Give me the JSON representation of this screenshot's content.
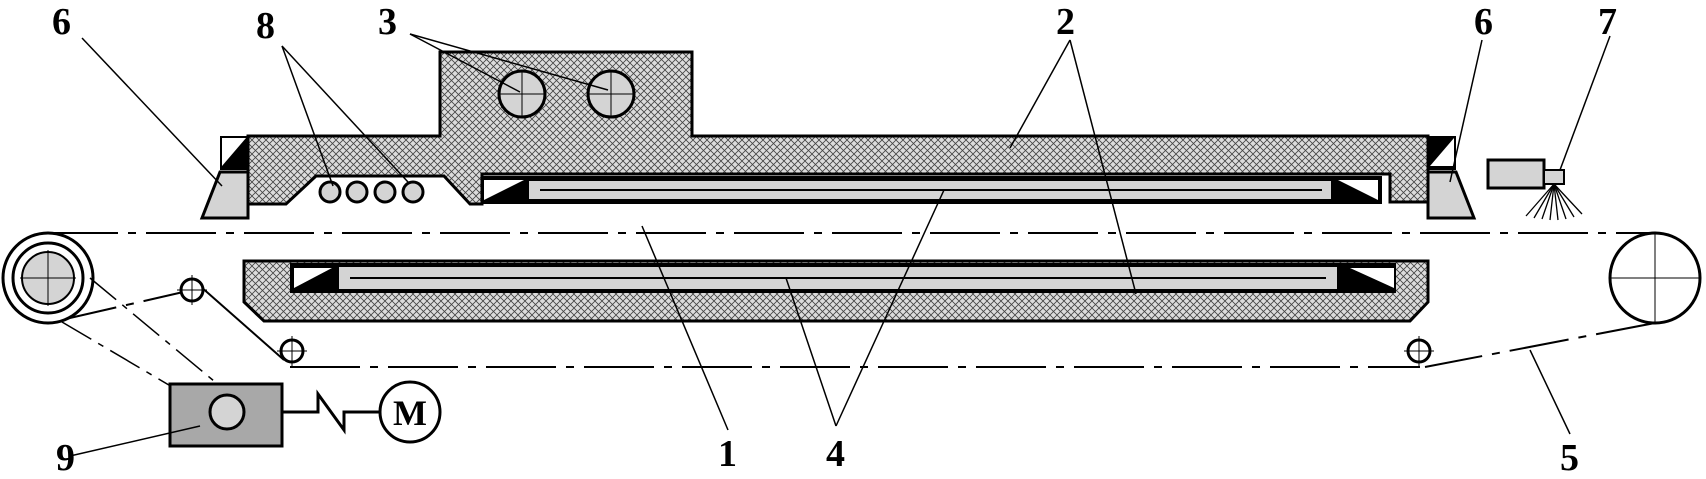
{
  "labels": {
    "l1": "1",
    "l2": "2",
    "l3": "3",
    "l4": "4",
    "l5": "5",
    "l6_left": "6",
    "l6_right": "6",
    "l7": "7",
    "l8": "8",
    "l9": "9"
  },
  "motor": {
    "symbol": "M"
  },
  "colors": {
    "line": "#000000",
    "hatch_fill": "#d9d9d9",
    "gray_block": "#a8a8a8",
    "light_gray": "#d4d4d4"
  }
}
